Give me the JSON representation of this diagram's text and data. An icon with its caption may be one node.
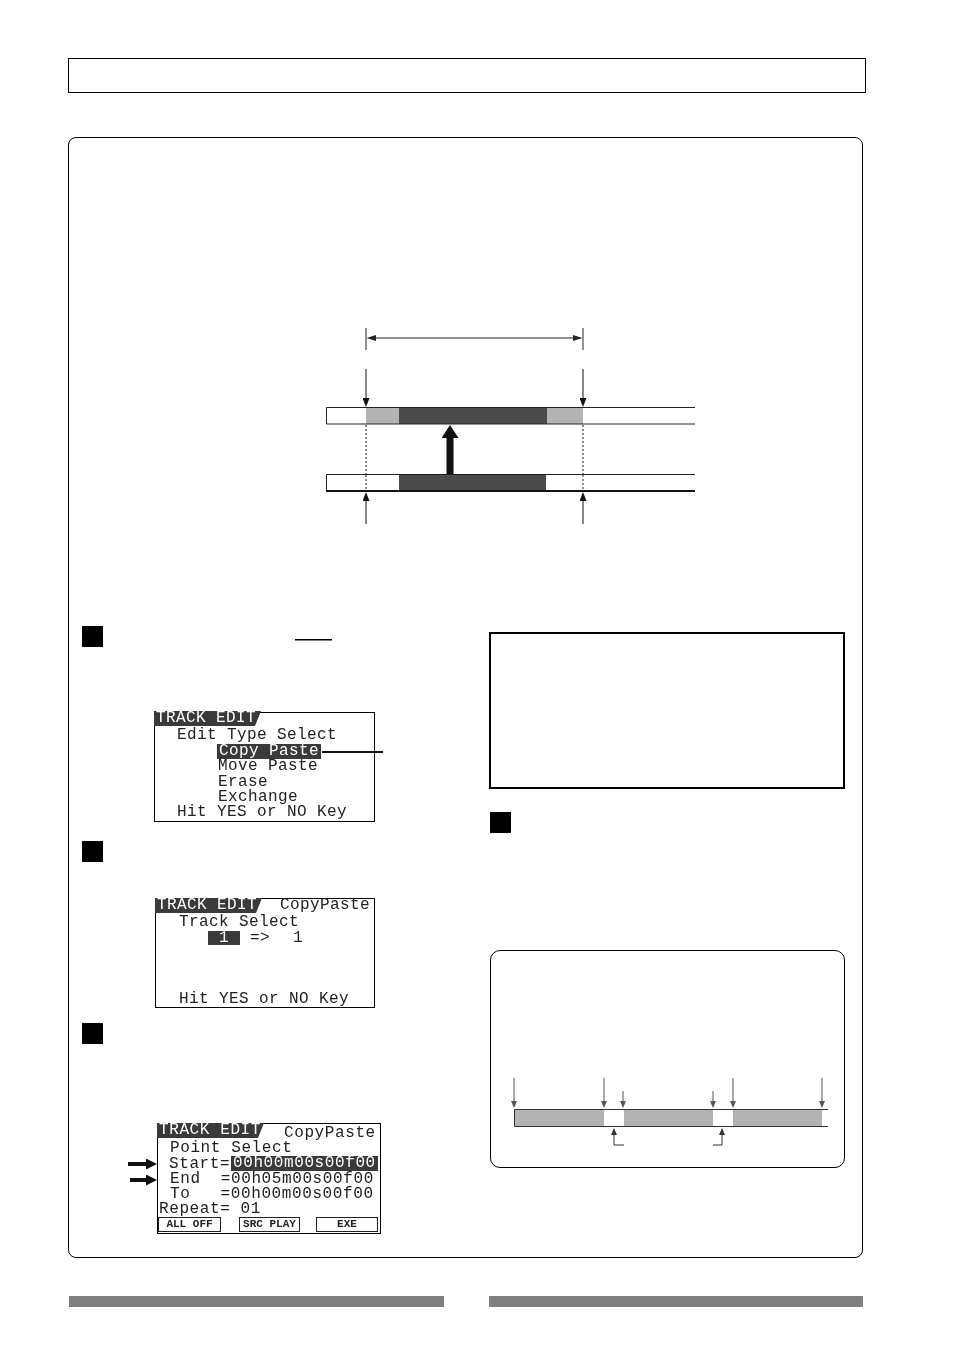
{
  "diagram": {
    "nodes": [
      {
        "text": [],
        "shape": "box"
      },
      {
        "text": [],
        "shape": "box"
      },
      {
        "text": [],
        "shape": "bar",
        "in": 1
      },
      {
        "text": [],
        "shape": "bar",
        "in": 1
      },
      {
        "text": [
          "Edit Type Select",
          "Move Paste",
          "Erase",
          "Exchange",
          "Hit YES or NO Key"
        ],
        "in": 1
      },
      {
        "text": [
          "TRACK EDIT"
        ],
        "in": 4
      },
      {
        "text": [
          "Copy Paste"
        ],
        "in": 4
      },
      {
        "text": [
          "CopyPaste",
          "Track Select",
          "=> 1",
          "Hit YES or NO Key"
        ],
        "in": 1
      },
      {
        "text": [
          "TRACK EDIT"
        ],
        "in": 7
      },
      {
        "text": [
          "1"
        ],
        "in": 7
      },
      {
        "text": [
          "CopyPaste",
          "Point Select",
          "Start=",
          "End =00h05m00s00f00",
          "To =00h00m00s00f00",
          "Repeat= 01"
        ],
        "in": 1
      },
      {
        "text": [
          "TRACK EDIT"
        ],
        "in": 10
      },
      {
        "text": [
          "00h00m00s00f00"
        ],
        "in": 10
      },
      {
        "text": [
          "ALL OFF"
        ],
        "in": 10
      },
      {
        "text": [
          "SRC PLAY"
        ],
        "in": 10
      },
      {
        "text": [
          "EXE"
        ],
        "in": 10
      },
      {
        "text": [],
        "shape": "box",
        "in": 1
      },
      {
        "text": [],
        "shape": "box",
        "in": 1
      }
    ],
    "edges": [
      {
        "from": null,
        "to": 2,
        "arrow": "to"
      },
      {
        "from": null,
        "to": 2,
        "arrow": "to"
      },
      {
        "from": 2,
        "to": 3,
        "arrow": "none",
        "style": "dashed"
      },
      {
        "from": 2,
        "to": 3,
        "arrow": "none",
        "style": "dashed"
      },
      {
        "from": 3,
        "to": 2,
        "arrow": "to",
        "style": "thick"
      },
      {
        "from": null,
        "to": 3,
        "arrow": "to"
      },
      {
        "from": null,
        "to": 3,
        "arrow": "to"
      },
      {
        "from": null,
        "to": 6,
        "arrow": "none"
      },
      {
        "from": null,
        "to": 10,
        "arrow": "to",
        "style": "thick"
      },
      {
        "from": null,
        "to": 10,
        "arrow": "to",
        "style": "thick"
      }
    ]
  }
}
